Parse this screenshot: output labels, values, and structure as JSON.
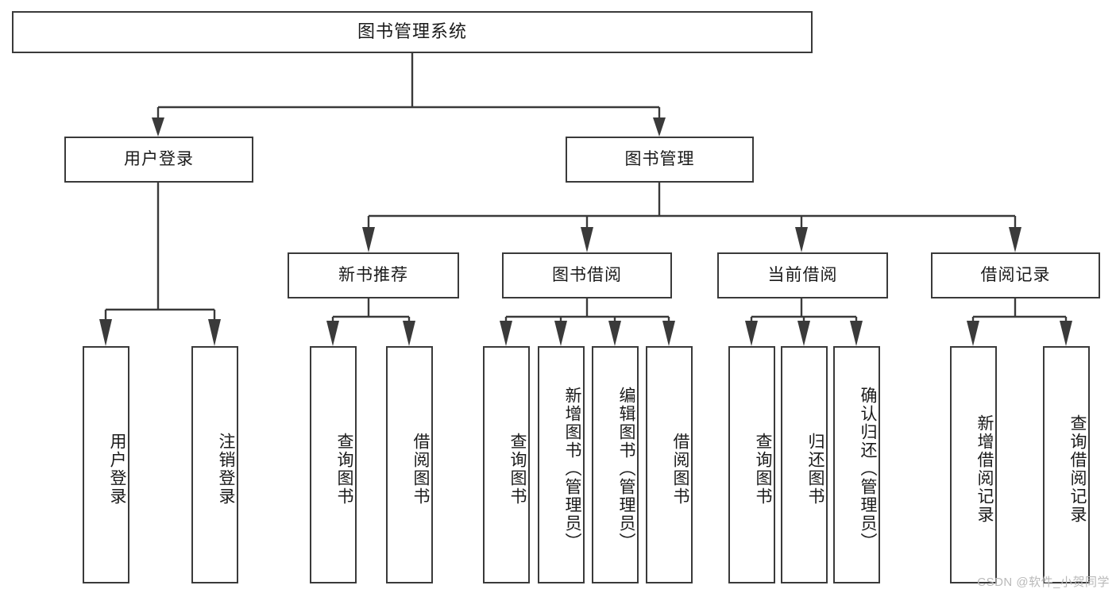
{
  "diagram": {
    "title": "图书管理系统",
    "type": "hierarchy-tree",
    "watermark": "CSDN @软件_小贺同学",
    "levels": {
      "root": {
        "label": "图书管理系统"
      },
      "level2": [
        {
          "label": "用户登录"
        },
        {
          "label": "图书管理"
        }
      ],
      "level3": [
        {
          "label": "新书推荐"
        },
        {
          "label": "图书借阅"
        },
        {
          "label": "当前借阅"
        },
        {
          "label": "借阅记录"
        }
      ],
      "leaves": {
        "user_login": [
          {
            "label": "用户登录"
          },
          {
            "label": "注销登录"
          }
        ],
        "new_book_recommend": [
          {
            "label": "查询图书"
          },
          {
            "label": "借阅图书"
          }
        ],
        "book_borrow": [
          {
            "label": "查询图书"
          },
          {
            "label": "新增图书（管理员）"
          },
          {
            "label": "编辑图书（管理员）"
          },
          {
            "label": "借阅图书"
          }
        ],
        "current_borrow": [
          {
            "label": "查询图书"
          },
          {
            "label": "归还图书"
          },
          {
            "label": "确认归还（管理员）"
          }
        ],
        "borrow_record": [
          {
            "label": "新增借阅记录"
          },
          {
            "label": "查询借阅记录"
          }
        ]
      }
    },
    "colors": {
      "stroke": "#3a3a3a",
      "fill": "#ffffff",
      "text": "#1a1a1a",
      "watermark": "#b9b9b9"
    }
  }
}
